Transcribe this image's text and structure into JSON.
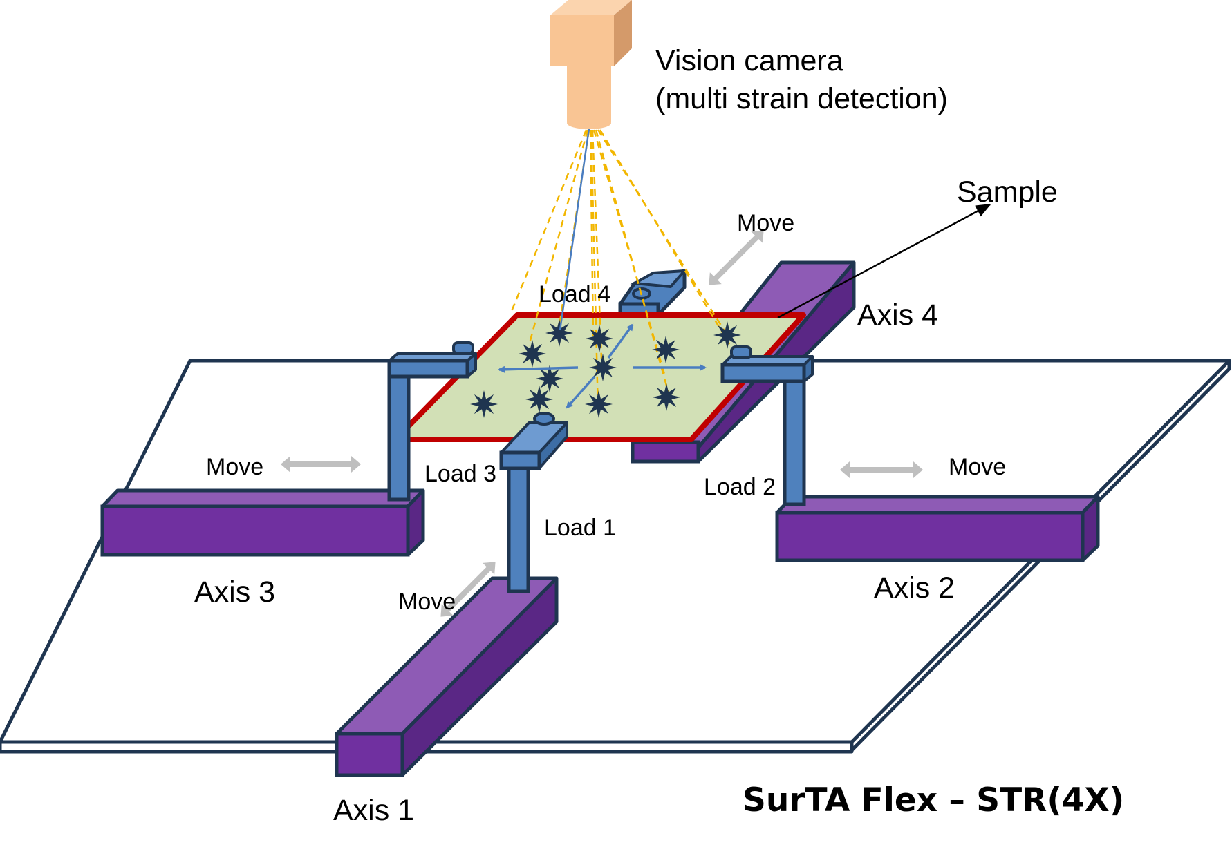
{
  "labels": {
    "camera_line1": "Vision camera",
    "camera_line2": "(multi strain detection)",
    "sample": "Sample",
    "axis1": "Axis 1",
    "axis2": "Axis 2",
    "axis3": "Axis 3",
    "axis4": "Axis 4",
    "load1": "Load 1",
    "load2": "Load 2",
    "load3": "Load 3",
    "load4": "Load 4",
    "move_axis1": "Move",
    "move_axis2": "Move",
    "move_axis3": "Move",
    "move_axis4": "Move",
    "product_title": "SurTA Flex – STR(4X)"
  },
  "colors": {
    "rail_purple": "#7030A0",
    "rail_top": "#8E5BB5",
    "rail_dark": "#5A2785",
    "outline_navy": "#1F3550",
    "grip_blue": "#4F81BD",
    "grip_light": "#6E9BD1",
    "sample_fill": "#D2E0B6",
    "sample_border": "#C00000",
    "camera_front": "#F9C594",
    "camera_side": "#D49A6A",
    "camera_top": "#FBD4AE",
    "view_ray": "#F2B600",
    "strain_arrow": "#4A7DC0",
    "move_arrow": "#BFBFBF",
    "marker": "#1F3550"
  }
}
